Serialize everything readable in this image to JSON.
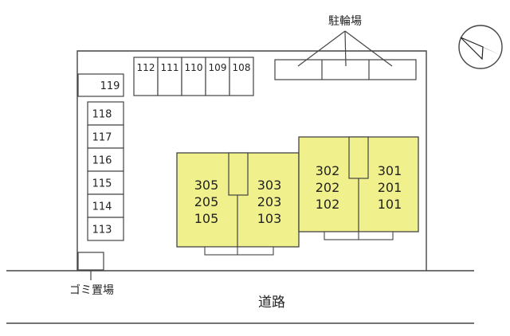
{
  "site_plan": {
    "bicycle_parking_label": "駐輪場",
    "garbage_area_label": "ゴミ置場",
    "road_label": "道路",
    "north_arrow_icon": "north-arrow-icon",
    "parking_top": [
      "112",
      "111",
      "110",
      "109",
      "108"
    ],
    "parking_left": [
      "119",
      "118",
      "117",
      "116",
      "115",
      "114",
      "113"
    ],
    "building_a": {
      "left_units": [
        "305",
        "205",
        "105"
      ],
      "right_units": [
        "303",
        "203",
        "103"
      ]
    },
    "building_b": {
      "left_units": [
        "302",
        "202",
        "102"
      ],
      "right_units": [
        "301",
        "201",
        "101"
      ]
    },
    "colors": {
      "building_fill": "#f0f08c",
      "line": "#444444"
    }
  }
}
